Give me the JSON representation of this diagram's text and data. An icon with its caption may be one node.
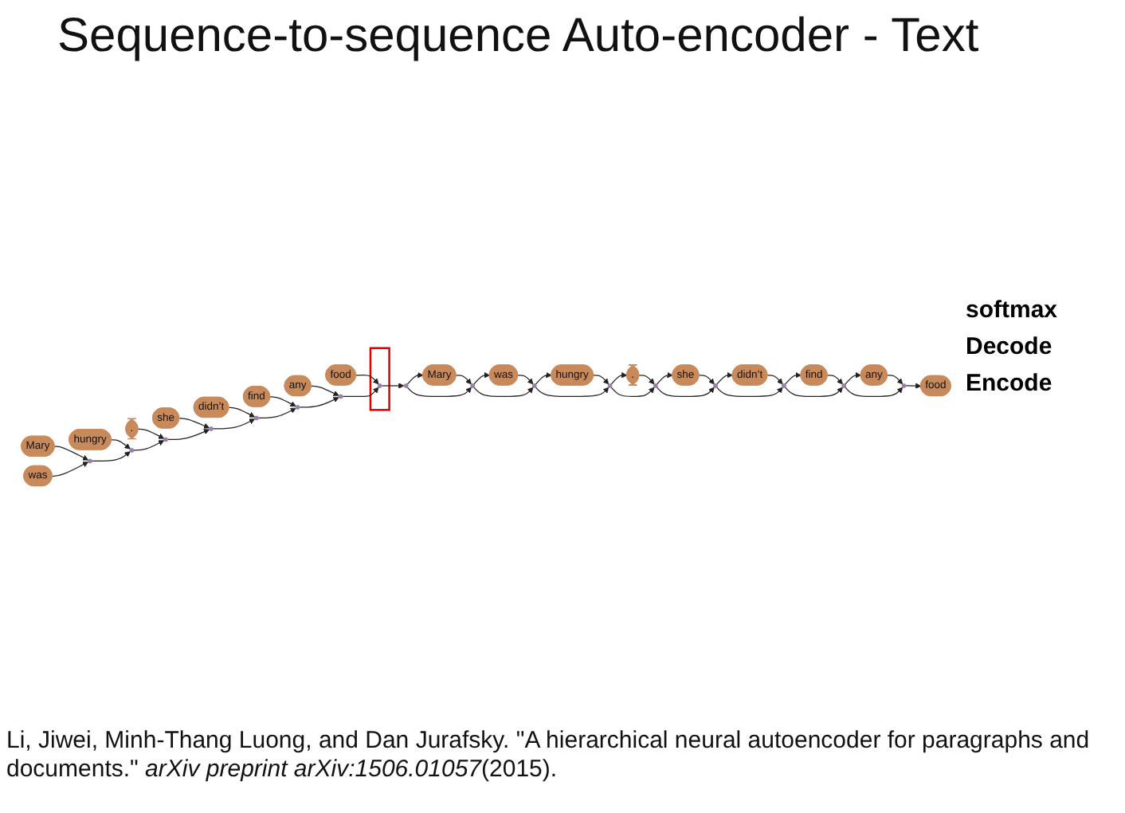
{
  "diagram": {
    "title": "Sequence-to-sequence Auto-encoder - Text",
    "caption": "Li, Jiwei, Minh-Thang Luong, and Dan Jurafsky. \"A hierarchical neural autoencoder for paragraphs and documents.\" *arXiv preprint arXiv:1506.01057*(2015).",
    "nodes": [
      {
        "text": [
          "food"
        ]
      },
      {
        "text": [
          "any"
        ]
      },
      {
        "text": [
          "find"
        ]
      },
      {
        "text": [
          "didn’t"
        ]
      },
      {
        "text": [
          "she"
        ]
      },
      {
        "text": [
          "."
        ]
      },
      {
        "text": [
          "hungry"
        ]
      },
      {
        "text": [
          "was"
        ]
      },
      {
        "text": [
          "Mary"
        ]
      },
      {
        "text": [],
        "shape": "ellipse"
      },
      {
        "text": [],
        "shape": "ellipse"
      },
      {
        "text": [],
        "shape": "ellipse"
      },
      {
        "text": [],
        "shape": "ellipse"
      },
      {
        "text": [],
        "shape": "ellipse"
      },
      {
        "text": [],
        "shape": "ellipse"
      },
      {
        "text": [],
        "shape": "ellipse"
      },
      {
        "text": [],
        "shape": "ellipse"
      },
      {
        "text": [],
        "shape": "ellipse"
      },
      {
        "text": [],
        "shape": "box"
      },
      {
        "text": [],
        "shape": "ellipse"
      },
      {
        "text": [],
        "shape": "ellipse"
      },
      {
        "text": [],
        "shape": "ellipse"
      },
      {
        "text": [],
        "shape": "ellipse"
      },
      {
        "text": [],
        "shape": "ellipse"
      },
      {
        "text": [],
        "shape": "ellipse"
      },
      {
        "text": [],
        "shape": "ellipse"
      },
      {
        "text": [],
        "shape": "ellipse",
        "in": 18
      },
      {
        "text": [
          "Mary"
        ]
      },
      {
        "text": [
          "was"
        ]
      },
      {
        "text": [
          "hungry"
        ]
      },
      {
        "text": [
          "."
        ]
      },
      {
        "text": [
          "she"
        ]
      },
      {
        "text": [
          "didn’t"
        ]
      },
      {
        "text": [
          "find"
        ]
      },
      {
        "text": [
          "any"
        ]
      },
      {
        "text": [
          "food"
        ]
      }
    ],
    "edges": [
      {
        "from": 27,
        "to": 19,
        "arrow": "to"
      },
      {
        "from": 28,
        "to": 19,
        "arrow": "to"
      },
      {
        "from": 29,
        "to": 20,
        "arrow": "to"
      },
      {
        "from": 30,
        "to": 21,
        "arrow": "to"
      },
      {
        "from": 31,
        "to": 22,
        "arrow": "to"
      },
      {
        "from": 32,
        "to": 23,
        "arrow": "to"
      },
      {
        "from": 33,
        "to": 24,
        "arrow": "to"
      },
      {
        "from": 34,
        "to": 25,
        "arrow": "to"
      },
      {
        "from": 35,
        "to": 26,
        "arrow": "to"
      },
      {
        "from": 19,
        "to": 20,
        "arrow": "to"
      },
      {
        "from": 20,
        "to": 21,
        "arrow": "to"
      },
      {
        "from": 21,
        "to": 22,
        "arrow": "to"
      },
      {
        "from": 22,
        "to": 23,
        "arrow": "to"
      },
      {
        "from": 23,
        "to": 24,
        "arrow": "to"
      },
      {
        "from": 24,
        "to": 25,
        "arrow": "to"
      },
      {
        "from": 25,
        "to": 26,
        "arrow": "to"
      },
      {
        "from": 26,
        "to": 17,
        "arrow": "to"
      },
      {
        "from": 17,
        "to": 8,
        "arrow": "to"
      },
      {
        "from": 8,
        "to": 16,
        "arrow": "to"
      },
      {
        "from": 17,
        "to": 16,
        "arrow": "to"
      },
      {
        "from": 16,
        "to": 7,
        "arrow": "to"
      },
      {
        "from": 7,
        "to": 15,
        "arrow": "to"
      },
      {
        "from": 16,
        "to": 15,
        "arrow": "to"
      },
      {
        "from": 15,
        "to": 6,
        "arrow": "to"
      },
      {
        "from": 6,
        "to": 14,
        "arrow": "to"
      },
      {
        "from": 15,
        "to": 14,
        "arrow": "to"
      },
      {
        "from": 14,
        "to": 5,
        "arrow": "to"
      },
      {
        "from": 5,
        "to": 13,
        "arrow": "to"
      },
      {
        "from": 14,
        "to": 13,
        "arrow": "to"
      },
      {
        "from": 13,
        "to": 4,
        "arrow": "to"
      },
      {
        "from": 4,
        "to": 12,
        "arrow": "to"
      },
      {
        "from": 13,
        "to": 12,
        "arrow": "to"
      },
      {
        "from": 12,
        "to": 3,
        "arrow": "to"
      },
      {
        "from": 3,
        "to": 11,
        "arrow": "to"
      },
      {
        "from": 12,
        "to": 11,
        "arrow": "to"
      },
      {
        "from": 11,
        "to": 2,
        "arrow": "to"
      },
      {
        "from": 2,
        "to": 10,
        "arrow": "to"
      },
      {
        "from": 11,
        "to": 10,
        "arrow": "to"
      },
      {
        "from": 10,
        "to": 1,
        "arrow": "to"
      },
      {
        "from": 1,
        "to": 9,
        "arrow": "to"
      },
      {
        "from": 10,
        "to": 9,
        "arrow": "to"
      },
      {
        "from": 9,
        "to": 0,
        "arrow": "to"
      }
    ],
    "labels": [
      "softmax",
      "Decode",
      "Encode"
    ]
  }
}
